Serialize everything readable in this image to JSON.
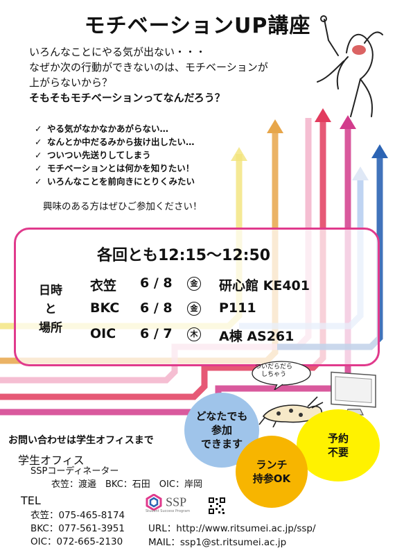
{
  "title": "モチベーションUP講座",
  "intro": {
    "line1": "いろんなことにやる気が出ない・・・",
    "line2": "なぜか次の行動ができないのは、モチベーションが",
    "line3": "上がらないから？",
    "line4": "そもそもモチベーションってなんだろう？"
  },
  "checks": [
    "やる気がなかなかあがらない…",
    "なんとか中だるみから抜け出したい…",
    "ついつい先送りしてしまう",
    "モチベーションとは何かを知りたい！",
    "いろんなことを前向きにとりくみたい"
  ],
  "check_mark": "✓",
  "invite": "興味のある方はぜひご参加ください！",
  "schedule": {
    "heading": "各回とも12:15～12:50",
    "label_lines": [
      "日時",
      "と",
      "場所"
    ],
    "rows": [
      {
        "campus": "衣笠",
        "date": "6 / 8",
        "day": "金",
        "place": "研心館 KE401"
      },
      {
        "campus": "BKC",
        "date": "6 / 8",
        "day": "金",
        "place": "P111"
      },
      {
        "campus": "OIC",
        "date": "6 / 7",
        "day": "木",
        "place": "A棟 AS261"
      }
    ]
  },
  "speech_bubble": [
    "ついだらだら",
    "しちゃう"
  ],
  "badges": {
    "anyone": [
      "どなたでも",
      "参加",
      "できます"
    ],
    "lunch": [
      "ランチ",
      "持参OK"
    ],
    "no_reservation": [
      "予約",
      "不要"
    ]
  },
  "contact": {
    "heading": "お問い合わせは学生オフィスまで",
    "office": "学生オフィス",
    "coordinator": "SSPコーディネーター",
    "names": "衣笠：渡邉　BKC：石田　OIC：岸岡",
    "tel_label": "TEL",
    "tels": [
      "衣笠：075-465-8174",
      "BKC：077-561-3951",
      "OIC：072-665-2130"
    ],
    "url": "URL：http://www.ritsumei.ac.jp/ssp/",
    "mail": "MAIL：ssp1@st.ritsumei.ac.jp"
  },
  "logo": {
    "text": "SSP",
    "subtitle": "Student Success Program"
  },
  "colors": {
    "accent_pink": "#e03a8c",
    "arrow_yellow": "#f2e37a",
    "arrow_orange": "#e7a64a",
    "arrow_red": "#e23c5e",
    "arrow_magenta": "#d23c8c",
    "arrow_lightblue": "#a9c6ee",
    "arrow_blue": "#2c64b4"
  }
}
